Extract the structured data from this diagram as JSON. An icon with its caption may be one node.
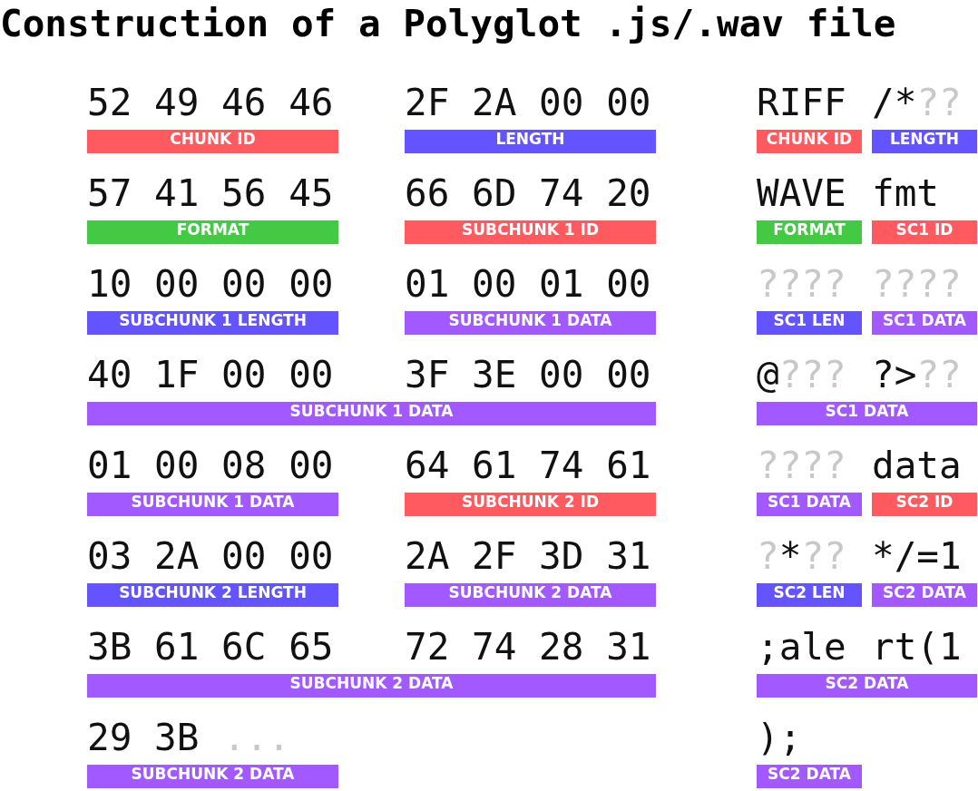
{
  "diagram": {
    "title": "Construction of a Polyglot .js/.wav file",
    "nodes": [
      {
        "text": [
          "CHUNK ID"
        ],
        "beside": [
          "52 49 46 46"
        ]
      },
      {
        "text": [
          "LENGTH"
        ],
        "beside": [
          "2F 2A 00 00"
        ]
      },
      {
        "text": [
          "CHUNK ID"
        ],
        "beside": [
          "RIFF"
        ]
      },
      {
        "text": [
          "LENGTH"
        ],
        "beside": [
          "/*",
          "??"
        ]
      },
      {
        "text": [
          "FORMAT"
        ],
        "beside": [
          "57 41 56 45"
        ]
      },
      {
        "text": [
          "SUBCHUNK 1 ID"
        ],
        "beside": [
          "66 6D 74 20"
        ]
      },
      {
        "text": [
          "FORMAT"
        ],
        "beside": [
          "WAVE"
        ]
      },
      {
        "text": [
          "SC1 ID"
        ],
        "beside": [
          "fmt"
        ]
      },
      {
        "text": [
          "SUBCHUNK 1 LENGTH"
        ],
        "beside": [
          "10 00 00 00"
        ]
      },
      {
        "text": [
          "SUBCHUNK 1 DATA"
        ],
        "beside": [
          "01 00 01 00"
        ]
      },
      {
        "text": [
          "SC1 LEN"
        ],
        "beside": [
          "????"
        ]
      },
      {
        "text": [
          "SC1 DATA"
        ],
        "beside": [
          "????"
        ]
      },
      {
        "text": [
          "SUBCHUNK 1 DATA"
        ],
        "beside": [
          "40 1F 00 00",
          "3F 3E 00 00"
        ]
      },
      {
        "text": [
          "SC1 DATA"
        ],
        "beside": [
          "@",
          "???",
          "?>",
          "??"
        ]
      },
      {
        "text": [
          "SUBCHUNK 1 DATA"
        ],
        "beside": [
          "01 00 08 00"
        ]
      },
      {
        "text": [
          "SUBCHUNK 2 ID"
        ],
        "beside": [
          "64 61 74 61"
        ]
      },
      {
        "text": [
          "SC1 DATA"
        ],
        "beside": [
          "????"
        ]
      },
      {
        "text": [
          "SC2 ID"
        ],
        "beside": [
          "data"
        ]
      },
      {
        "text": [
          "SUBCHUNK 2 LENGTH"
        ],
        "beside": [
          "03 2A 00 00"
        ]
      },
      {
        "text": [
          "SUBCHUNK 2 DATA"
        ],
        "beside": [
          "2A 2F 3D 31"
        ]
      },
      {
        "text": [
          "SC2 LEN"
        ],
        "beside": [
          "?",
          "*",
          "??"
        ]
      },
      {
        "text": [
          "SC2 DATA"
        ],
        "beside": [
          "*/=1"
        ]
      },
      {
        "text": [
          "SUBCHUNK 2 DATA"
        ],
        "beside": [
          "3B 61 6C 65",
          "72 74 28 31"
        ]
      },
      {
        "text": [
          "SC2 DATA"
        ],
        "beside": [
          ";ale",
          "rt(1"
        ]
      },
      {
        "text": [
          "SUBCHUNK 2 DATA"
        ],
        "beside": [
          "29 3B",
          "..."
        ]
      },
      {
        "text": [
          "SC2 DATA"
        ],
        "beside": [
          ");"
        ]
      }
    ]
  }
}
